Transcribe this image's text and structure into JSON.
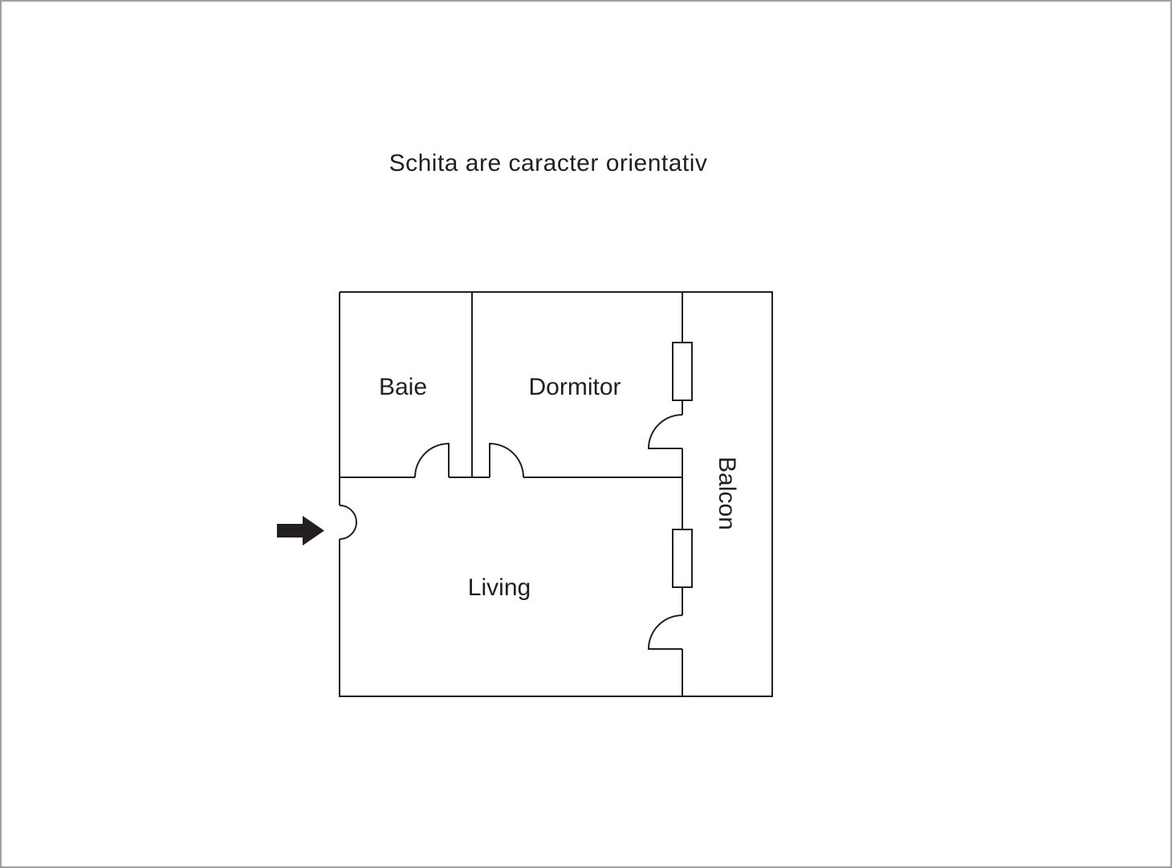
{
  "page": {
    "title": "Schita are caracter orientativ",
    "background": "#ffffff",
    "border_color": "#9d9fa2"
  },
  "floor_plan": {
    "line_color": "#231f20",
    "rooms": [
      {
        "name": "Baie"
      },
      {
        "name": "Dormitor"
      },
      {
        "name": "Living"
      },
      {
        "name": "Balcon"
      }
    ],
    "icons": {
      "entrance_arrow": "right-arrow"
    }
  }
}
